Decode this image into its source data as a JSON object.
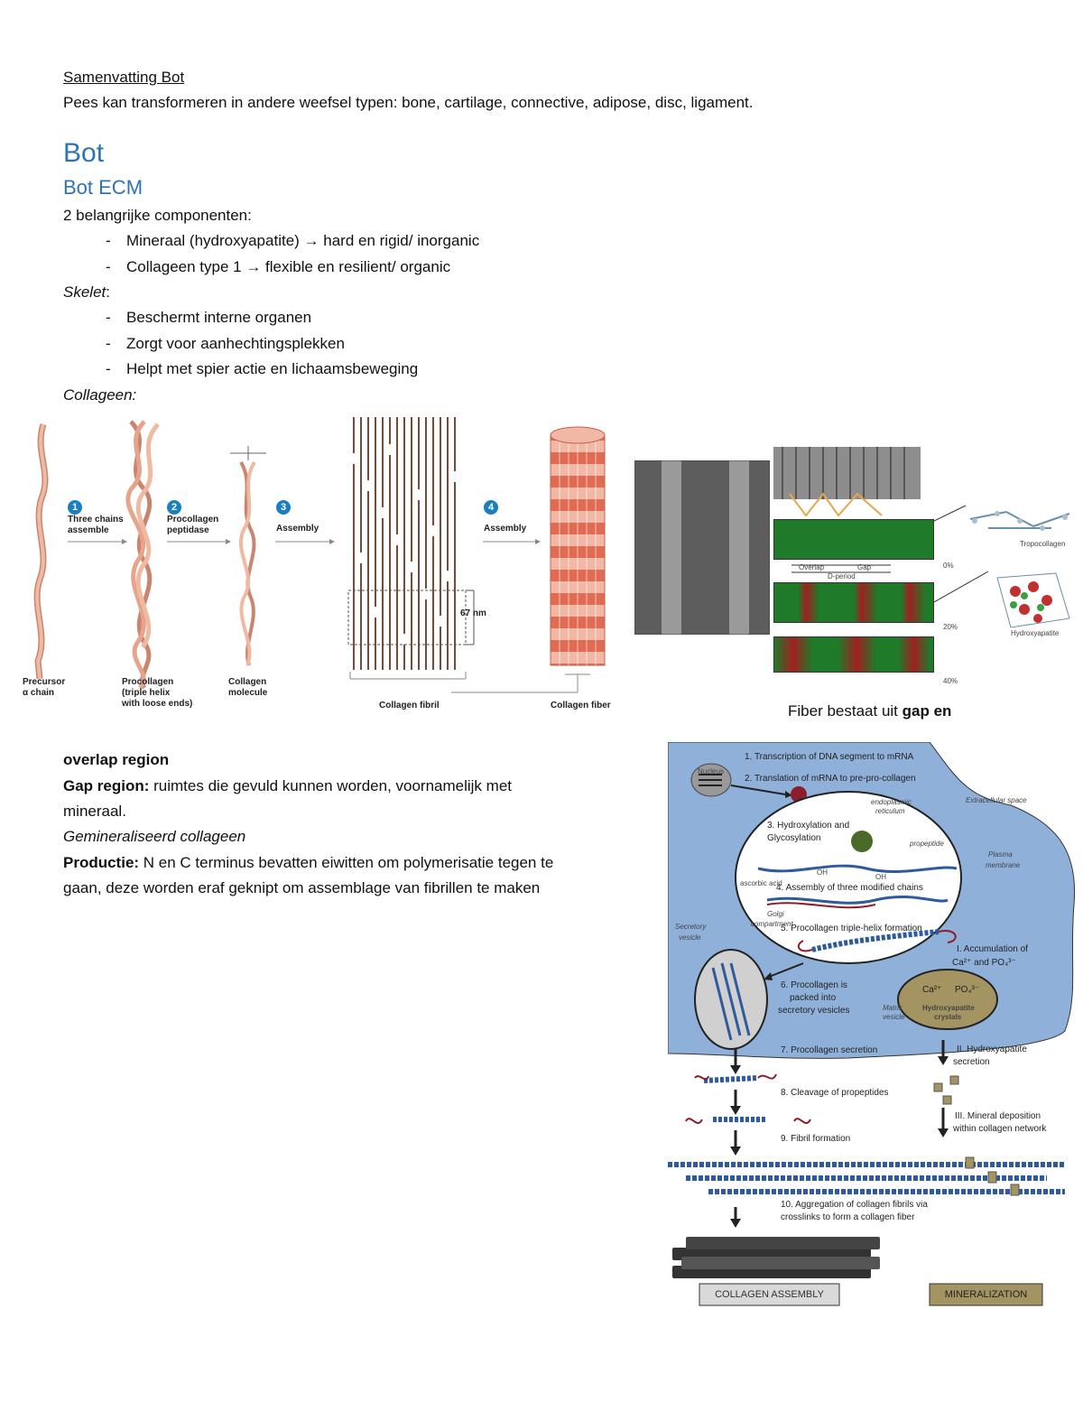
{
  "header": {
    "title": "Samenvatting Bot",
    "intro": "Pees kan transformeren in andere weefsel typen: bone, cartilage, connective, adipose, disc, ligament."
  },
  "headings": {
    "h1": "Bot",
    "h2": "Bot ECM"
  },
  "components": {
    "lead": "2 belangrijke componenten:",
    "items": [
      "Mineraal (hydroxyapatite) → hard en rigid/ inorganic",
      "Collageen type 1 → flexible en resilient/ organic"
    ]
  },
  "skelet": {
    "label": "Skelet",
    "colon": ":",
    "items": [
      "Beschermt interne organen",
      "Zorgt voor aanhechtingsplekken",
      "Helpt met spier actie en lichaamsbeweging"
    ]
  },
  "collageen_label": "Collageen:",
  "figure1": {
    "steps": [
      {
        "num": "1",
        "text1": "Three chains",
        "text2": "assemble"
      },
      {
        "num": "2",
        "text1": "Procollagen",
        "text2": "peptidase"
      },
      {
        "num": "3",
        "text1": "Assembly",
        "text2": ""
      },
      {
        "num": "4",
        "text1": "Assembly",
        "text2": ""
      }
    ],
    "labels": {
      "precursor1": "Precursor",
      "precursor2": "α chain",
      "procollagen1": "Procollagen",
      "procollagen2": "(triple helix",
      "procollagen3": "with loose ends)",
      "collagen1": "Collagen",
      "collagen2": "molecule",
      "fibril": "Collagen fibril",
      "fiber": "Collagen fiber",
      "nm": "67 nm"
    }
  },
  "figure2": {
    "tropocollagen": "Tropocollagen",
    "hydroxyapatite": "Hydroxyapatite",
    "overlap": "Overlap",
    "gap": "Gap",
    "dperiod": "D-period",
    "pct": [
      "0%",
      "20%",
      "40%"
    ]
  },
  "fiber_caption": {
    "prefix": "Fiber bestaat uit ",
    "bold": "gap en"
  },
  "body": {
    "overlap": "overlap region",
    "gap_label": "Gap region:",
    "gap_text1": " ruimtes die gevuld kunnen worden, voornamelijk met",
    "gap_text2": "mineraal.",
    "gemin": "Gemineraliseerd collageen",
    "prod_label": "Productie:",
    "prod_text1": " N en C terminus bevatten eiwitten om polymerisatie tegen te",
    "prod_text2": "gaan, deze worden eraf geknipt om assemblage van fibrillen te maken"
  },
  "figure3": {
    "steps": [
      "1. Transcription of DNA segment to mRNA",
      "2. Translation of mRNA to pre-pro-collagen",
      "3. Hydroxylation and",
      "Glycosylation",
      "4. Assembly of three modified chains",
      "5. Procollagen triple-helix formation",
      "6. Procollagen is",
      "packed into",
      "secretory vesicles",
      "7. Procollagen secretion",
      "8. Cleavage of propeptides",
      "9. Fibril formation",
      "10. Aggregation of collagen fibrils via",
      "crosslinks to form a collagen fiber"
    ],
    "mineral_steps": [
      "I. Accumulation of",
      "Ca²⁺ and PO₄³⁻",
      "II. Hydroxyapatite",
      "secretion",
      "III. Mineral deposition",
      "within collagen network"
    ],
    "labels": {
      "nucleus": "Nucleus",
      "extracellular": "Extracellular space",
      "membrane1": "Plasma",
      "membrane2": "membrane",
      "secretory1": "Secretory",
      "secretory2": "vesicle",
      "matrix1": "Matrix",
      "matrix2": "vesicle",
      "ca": "Ca²⁺",
      "po": "PO₄³⁻",
      "hydroxy1": "Hydroxyapatite",
      "hydroxy2": "crystals",
      "er1": "endoplasmic",
      "er2": "reticulum",
      "propeptide": "propeptide",
      "ascorbic": "ascorbic acid",
      "golgi1": "Golgi",
      "golgi2": "compartment",
      "oh1": "OH",
      "oh2": "OH",
      "assembly_box": "COLLAGEN ASSEMBLY",
      "mineral_box": "MINERALIZATION"
    },
    "colors": {
      "cell": "#8fb1d9",
      "mineral": "#a39462",
      "box_gray": "#d9d9d9"
    }
  }
}
